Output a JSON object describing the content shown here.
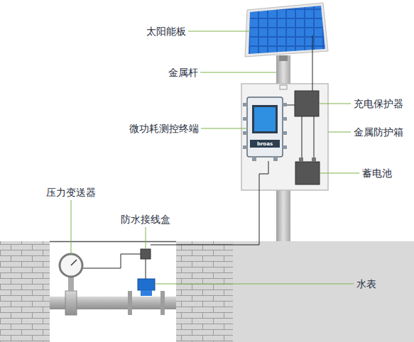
{
  "diagram": {
    "labels": [
      "太阳能板",
      "金属杆",
      "微功耗测控终端",
      "broas",
      "充电保护器",
      "金属防护箱",
      "蓄电池",
      "压力变送器",
      "防水接线盒",
      "水表"
    ]
  }
}
